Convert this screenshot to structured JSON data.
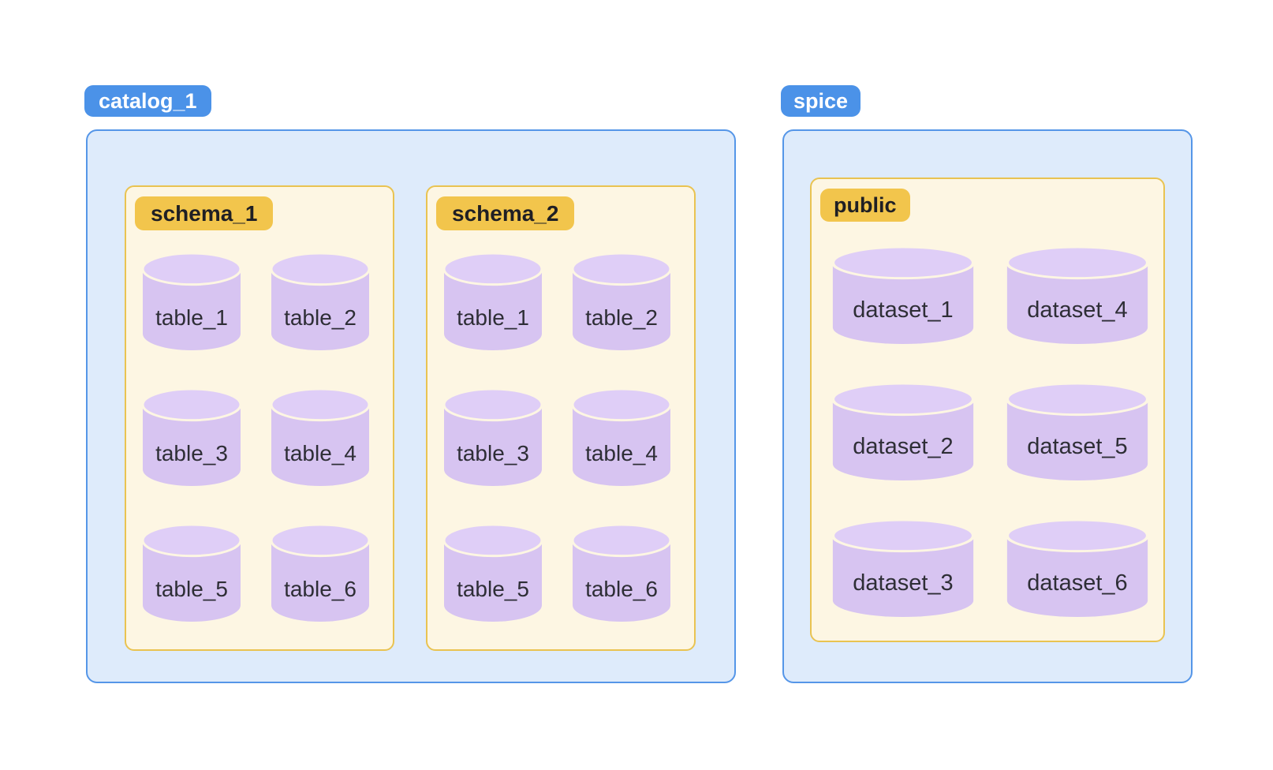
{
  "diagram_title": "",
  "colors": {
    "catalog_badge": "#4B92E8",
    "catalog_container_bg": "#DEEBFB",
    "catalog_container_border": "#5596E8",
    "schema_badge": "#F2C54C",
    "schema_box_bg": "#FDF6E3",
    "schema_box_border": "#E9C351",
    "cylinder_body": "#D7C4F1",
    "cylinder_top": "#DFCEF7",
    "label_text": "#2E2E36"
  },
  "catalogs": [
    {
      "name": "catalog_1",
      "schemas": [
        {
          "name": "schema_1",
          "tables": [
            "table_1",
            "table_2",
            "table_3",
            "table_4",
            "table_5",
            "table_6"
          ]
        },
        {
          "name": "schema_2",
          "tables": [
            "table_1",
            "table_2",
            "table_3",
            "table_4",
            "table_5",
            "table_6"
          ]
        }
      ]
    },
    {
      "name": "spice",
      "schemas": [
        {
          "name": "public",
          "tables": [
            "dataset_1",
            "dataset_2",
            "dataset_3",
            "dataset_4",
            "dataset_5",
            "dataset_6"
          ]
        }
      ]
    }
  ]
}
